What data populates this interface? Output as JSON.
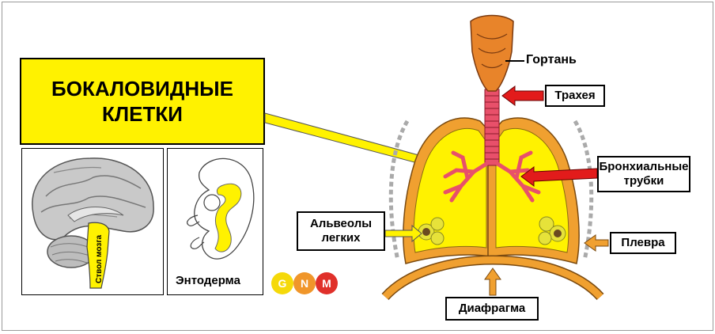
{
  "title": {
    "line1": "БОКАЛОВИДНЫЕ",
    "line2": "КЛЕТКИ"
  },
  "brain_panel": {
    "label": "Ствол мозга"
  },
  "embryo_panel": {
    "label": "Энтодерма"
  },
  "labels": {
    "larynx": "Гортань",
    "trachea": "Трахея",
    "bronchi": "Бронхиальные\nтрубки",
    "alveoli": "Альвеолы\nлегких",
    "pleura": "Плевра",
    "diaphragm": "Диафрагма"
  },
  "logo": {
    "letters": [
      "G",
      "N",
      "M"
    ],
    "colors": [
      "#f5d90a",
      "#f0962a",
      "#e0302a"
    ]
  },
  "colors": {
    "highlight_yellow": "#fff200",
    "pleura_orange": "#f0a030",
    "arrow_red": "#e21b1b",
    "bronchi_pink": "#e8506a"
  }
}
